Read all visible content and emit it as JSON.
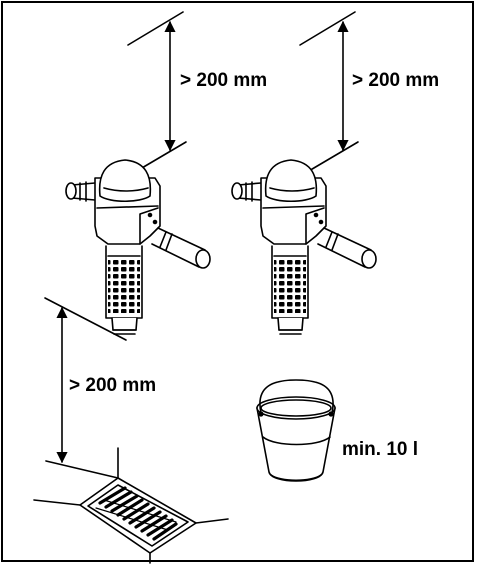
{
  "labels": {
    "clearance_above_left": "> 200 mm",
    "clearance_above_right": "> 200 mm",
    "clearance_below": "> 200 mm",
    "bucket_capacity": "min. 10 l"
  },
  "colors": {
    "line": "#000000",
    "background": "#ffffff"
  }
}
